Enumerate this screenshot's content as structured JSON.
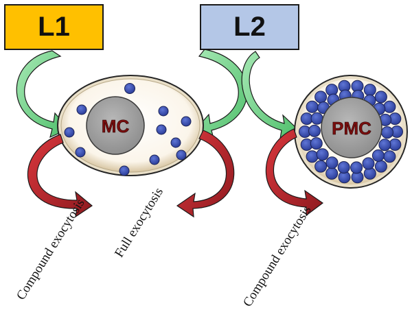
{
  "boxes": {
    "l1": {
      "label": "L1",
      "color": "#ffc000"
    },
    "l2": {
      "label": "L2",
      "color": "#b4c7e7"
    }
  },
  "cells": {
    "mc": {
      "label": "MC",
      "granule_count": 11
    },
    "pmc": {
      "label": "PMC",
      "granule_density": "densely packed"
    }
  },
  "processes": {
    "compound_left": "Compound exocytosis",
    "full": "Full exocytosis",
    "compound_right": "Compound exocytosis"
  },
  "colors": {
    "green_arrow": "#71d48c",
    "red_arrow": "#b3262b",
    "granule": "#3f53b5",
    "core": "#a4a4a4",
    "cytoplasm": "#fbf7ee"
  }
}
